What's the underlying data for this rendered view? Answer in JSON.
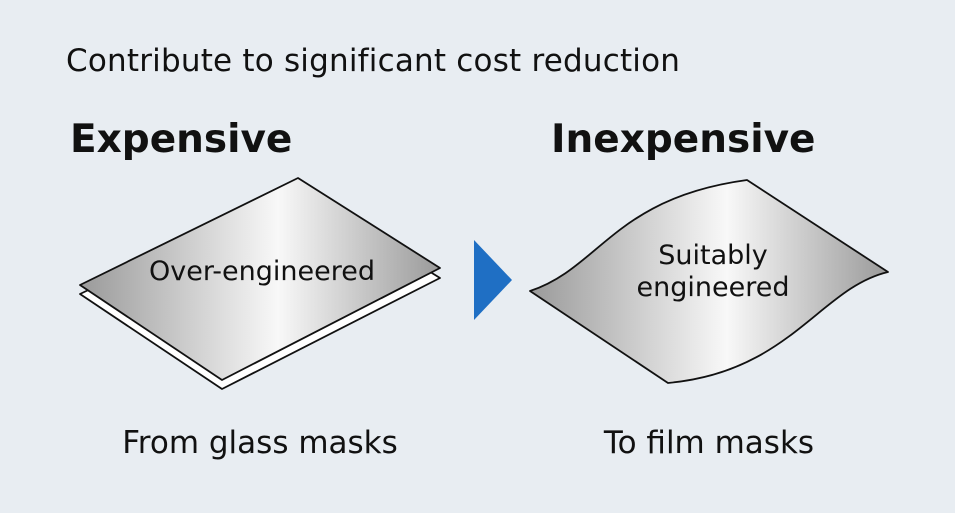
{
  "headline": "Contribute to significant cost reduction",
  "left": {
    "title": "Expensive",
    "sheet_label": "Over-engineered",
    "caption": "From glass masks"
  },
  "right": {
    "title": "Inexpensive",
    "sheet_label_line1": "Suitably",
    "sheet_label_line2": "engineered",
    "caption": "To film masks"
  },
  "colors": {
    "background": "#e8edf2",
    "arrow": "#1f6fc4",
    "outline": "#111111",
    "metal_dark": "#9a9a9a",
    "metal_light": "#f8f8f8"
  },
  "icons": {
    "glass_mask": "stacked-glass-plates-icon",
    "film_mask": "curved-film-sheet-icon",
    "transition": "arrow-right-triangle-icon"
  }
}
